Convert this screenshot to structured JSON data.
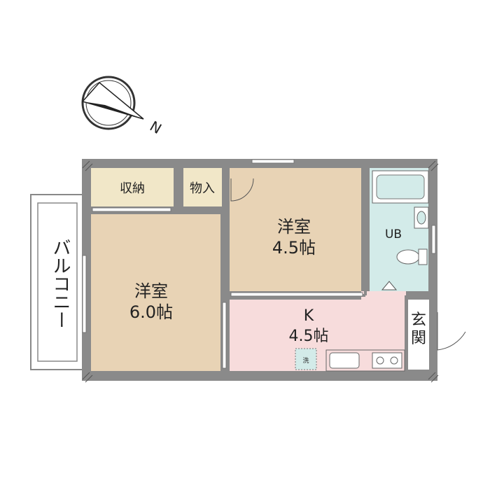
{
  "compass": {
    "north_label": "N",
    "icon": "compass-needle"
  },
  "colors": {
    "wall": "#8a8a8a",
    "western_room": "#e8d3b5",
    "storage": "#f1e7c8",
    "kitchen": "#f7dcdc",
    "unit_bath": "#d3ebe9",
    "entrance": "#ffffff",
    "balcony": "#ffffff"
  },
  "rooms": {
    "storage": {
      "label": "収納"
    },
    "closet": {
      "label": "物入"
    },
    "western_room_large": {
      "name": "洋室",
      "size": "6.0帖"
    },
    "western_room_small": {
      "name": "洋室",
      "size": "4.5帖"
    },
    "kitchen": {
      "name": "K",
      "size": "4.5帖"
    },
    "unit_bath": {
      "label": "UB"
    },
    "entrance": {
      "label": "玄関"
    },
    "balcony": {
      "label": "バルコニー"
    }
  },
  "fixtures": {
    "washer": {
      "label": "洗"
    }
  }
}
